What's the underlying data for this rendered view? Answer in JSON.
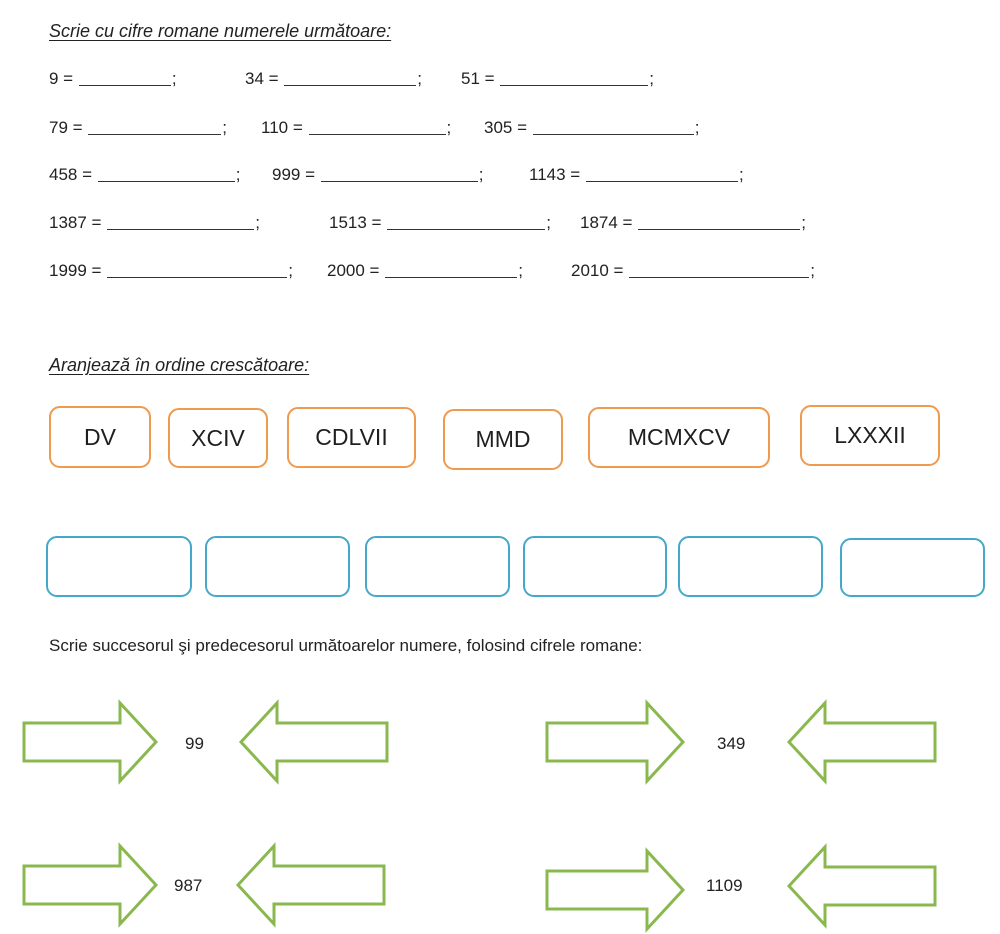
{
  "section1": {
    "title": "Scrie cu cifre romane numerele următoare:",
    "rows": [
      [
        {
          "label": "9 ="
        },
        {
          "label": "34 ="
        },
        {
          "label": "51 ="
        }
      ],
      [
        {
          "label": "79 ="
        },
        {
          "label": "110 ="
        },
        {
          "label": "305 ="
        }
      ],
      [
        {
          "label": "458 ="
        },
        {
          "label": "999 ="
        },
        {
          "label": "1143 ="
        }
      ],
      [
        {
          "label": "1387 ="
        },
        {
          "label": "1513 ="
        },
        {
          "label": "1874 ="
        }
      ],
      [
        {
          "label": "1999 ="
        },
        {
          "label": "2000 ="
        },
        {
          "label": "2010 ="
        }
      ]
    ],
    "separator": ";"
  },
  "section2": {
    "title": "Aranjează în ordine crescătoare:",
    "numerals": [
      "DV",
      "XCIV",
      "CDLVII",
      "MMD",
      "MCMXCV",
      "LXXXII"
    ],
    "answer_slots": 6,
    "colors": {
      "numeral_border": "#ee9a4f",
      "slot_border": "#46a8c9"
    }
  },
  "section3": {
    "title": "Scrie succesorul şi predecesorul următoarelor numere, folosind cifrele romane:",
    "numbers": [
      "99",
      "349",
      "987",
      "1109"
    ],
    "arrow_color": "#8ab84f"
  }
}
